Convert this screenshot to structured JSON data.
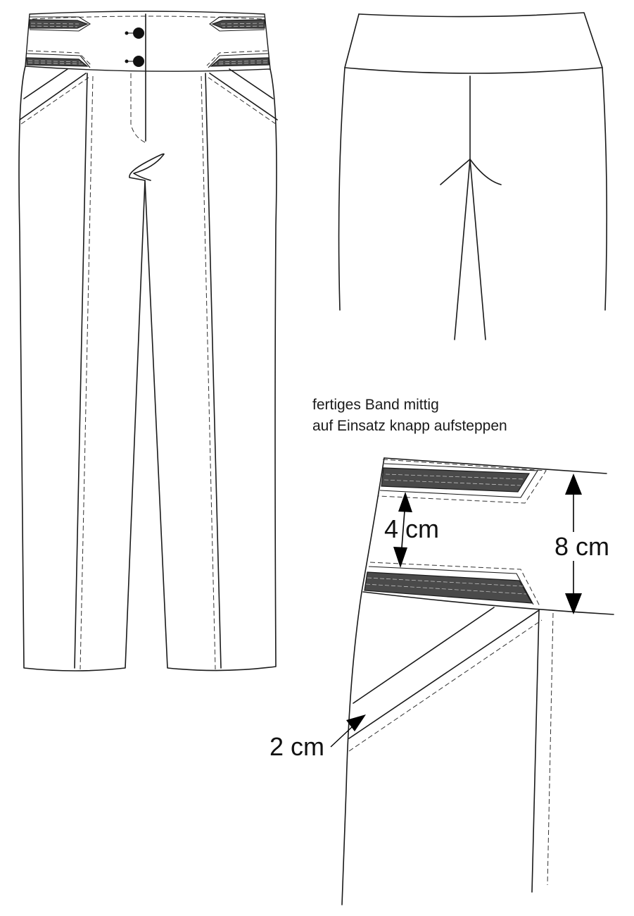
{
  "annotation": {
    "line1": "fertiges Band mittig",
    "line2": "auf Einsatz knapp aufsteppen"
  },
  "dimensions": {
    "band_spacing": "4 cm",
    "insert_height": "8 cm",
    "pocket_width": "2 cm"
  }
}
